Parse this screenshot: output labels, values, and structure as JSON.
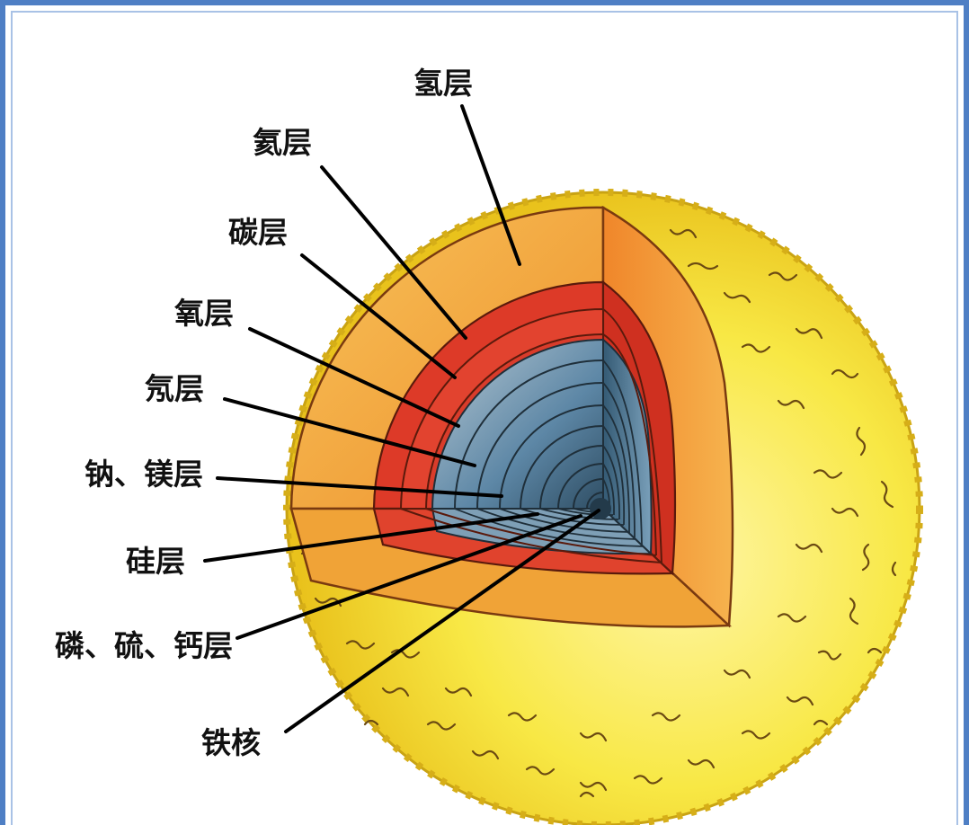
{
  "diagram": {
    "labels": [
      {
        "id": "hydrogen",
        "text": "氢层"
      },
      {
        "id": "helium",
        "text": "氦层"
      },
      {
        "id": "carbon",
        "text": "碳层"
      },
      {
        "id": "oxygen",
        "text": "氧层"
      },
      {
        "id": "neon",
        "text": "氖层"
      },
      {
        "id": "sodium-magnesium",
        "text": "钠、镁层"
      },
      {
        "id": "silicon",
        "text": "硅层"
      },
      {
        "id": "phosphorus-sulfur-calcium",
        "text": "磷、硫、钙层"
      },
      {
        "id": "iron-core",
        "text": "铁核"
      }
    ],
    "colors": {
      "frame": "#4f7fc4",
      "photosphere": "#f5e13a",
      "hydrogen_layer": "#f2a030",
      "helium_layer": "#e03a2a",
      "inner_layers": "#5c8aa8",
      "core": "#2b4a5e"
    }
  }
}
